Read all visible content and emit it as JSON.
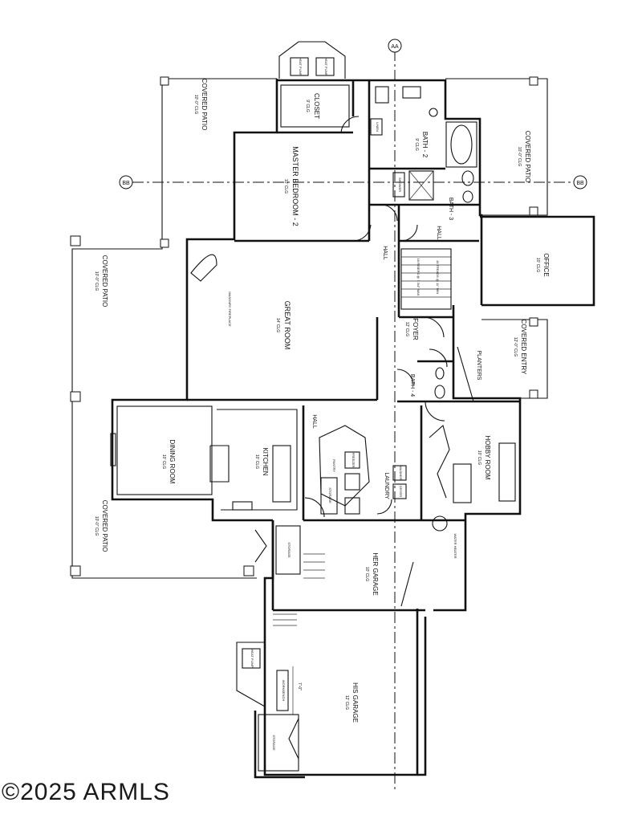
{
  "rooms": {
    "covered_patio_1": "COVERED PATIO",
    "covered_patio_1_dim": "10'-0\" CLG",
    "closet": "CLOSET",
    "closet_dim": "9' CLG",
    "master_bedroom": "MASTER BEDROOM - 2",
    "master_bedroom_dim": "10' CLG",
    "bath2": "BATH - 2",
    "bath2_dim": "9' CLG",
    "bath3": "BATH - 3",
    "covered_patio_2": "COVERED PATIO",
    "covered_patio_2_dim": "10'-0\" CLG",
    "covered_patio_3": "COVERED PATIO",
    "covered_patio_3_dim": "10'-0\" CLG",
    "great_room": "GREAT ROOM",
    "great_room_dim": "14' CLG",
    "hall1": "HALL",
    "hall2": "HALL",
    "office": "OFFICE",
    "office_dim": "10' CLG",
    "foyer": "FOYER",
    "foyer_dim": "12' CLG",
    "covered_entry": "COVERED ENTRY",
    "covered_entry_dim": "12'-0\" CLG",
    "planters": "PLANTERS",
    "bath4": "BATH - 4",
    "dining_room": "DINING ROOM",
    "dining_room_dim": "10' CLG",
    "kitchen": "KITCHEN",
    "kitchen_dim": "10' CLG",
    "covered_patio_4": "COVERED PATIO",
    "covered_patio_4_dim": "10'-0\" CLG",
    "hall3": "HALL",
    "laundry": "LAUNDRY",
    "hobby_room": "HOBBY ROOM",
    "hobby_room_dim": "10' CLG",
    "her_garage": "HER GARAGE",
    "her_garage_dim": "10' CLG",
    "his_garage": "HIS GARAGE",
    "his_garage_dim": "12' CLG",
    "storage1": "STORAGE",
    "storage2": "STORAGE",
    "storage3": "STORAGE"
  },
  "fixtures": {
    "hvac_top_a": "HEAT PUMP",
    "hvac_top_b": "HEAT PUMP",
    "hvac_bottom": "HEAT PUMP",
    "linen": "LINEN",
    "shower": "SHOWER",
    "fireplace": "MASONRY FIREPLACE",
    "pantry": "PANTRY",
    "freezer": "FREEZER",
    "washer": "WASHER",
    "dryer": "DRYER",
    "workbench": "WORKBENCH",
    "water_heater": "WATER HEATER",
    "stair_up": "16 RISERS @ 7 3/4\" MAX",
    "stair_down": "16 TREADS @ 11\" MIN"
  },
  "grid_markers": {
    "aa": "AA",
    "bb_left": "BB",
    "bb_right": "BB"
  },
  "dimension": "7'-0\"",
  "watermark": "©2025 ARMLS"
}
